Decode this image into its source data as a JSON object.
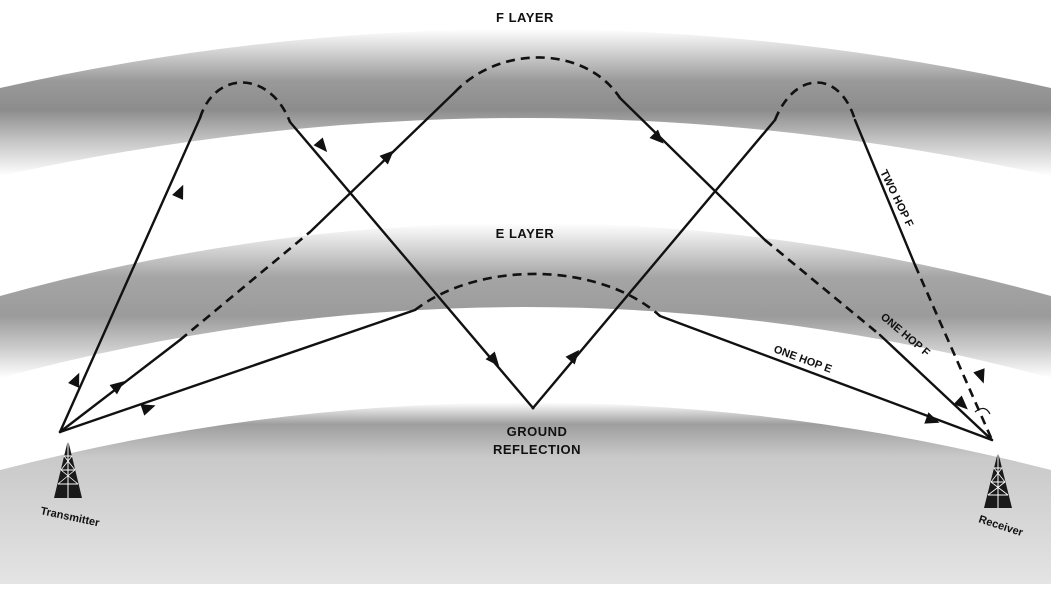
{
  "layers": {
    "f_layer": "F LAYER",
    "e_layer": "E LAYER"
  },
  "ground": {
    "reflection_line1": "GROUND",
    "reflection_line2": "REFLECTION"
  },
  "stations": {
    "transmitter": "Transmitter",
    "receiver": "Receiver"
  },
  "paths": {
    "two_hop_f": "TWO HOP F",
    "one_hop_f": "ONE HOP F",
    "one_hop_e": "ONE HOP E"
  }
}
